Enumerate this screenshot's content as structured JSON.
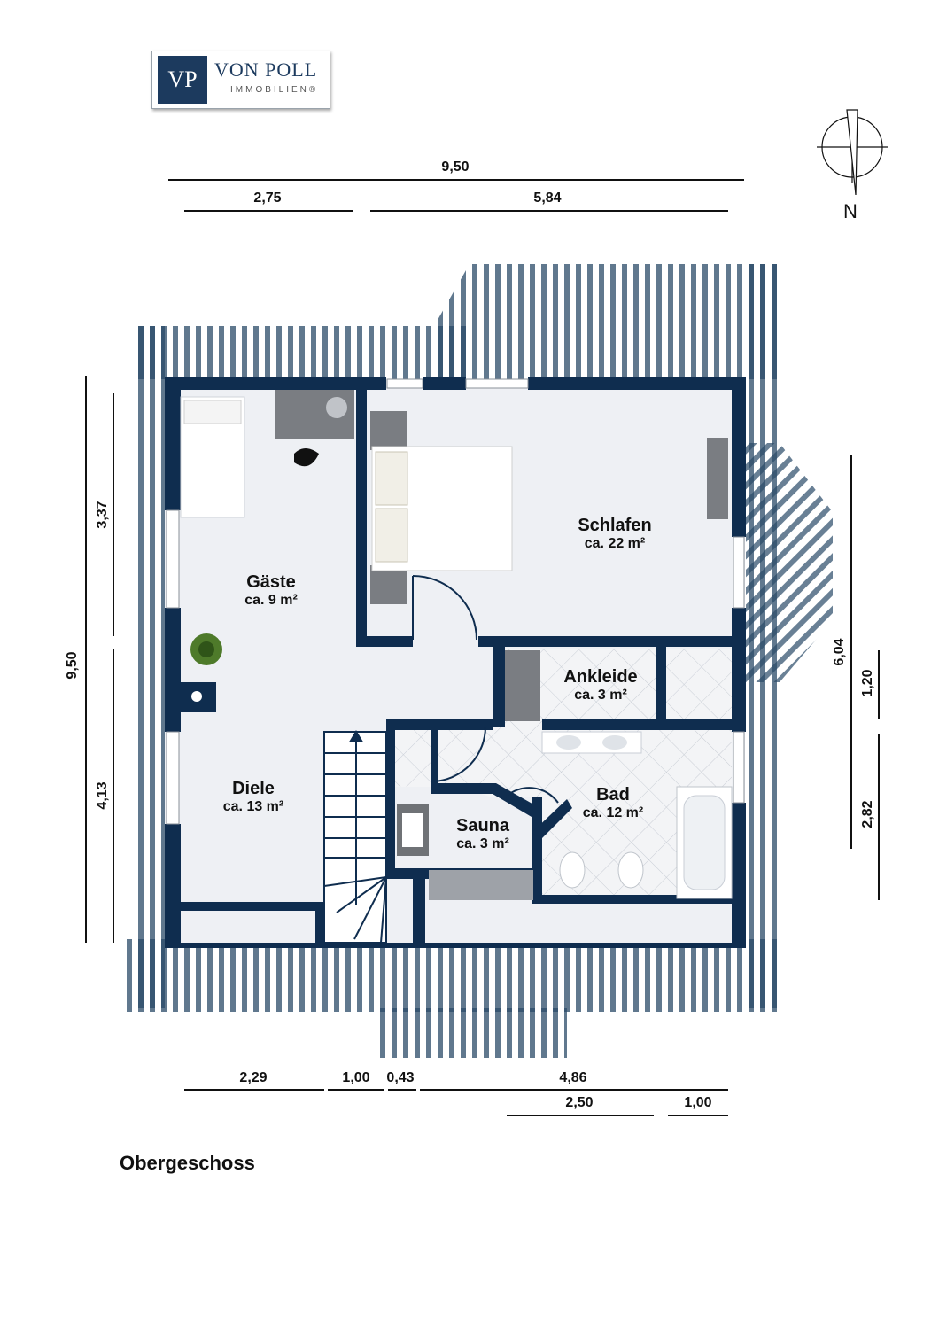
{
  "logo": {
    "mark": "VP",
    "name": "VON POLL",
    "subtitle": "IMMOBILIEN®"
  },
  "north_label": "N",
  "floor_label": "Obergeschoss",
  "rooms": [
    {
      "name": "Gäste",
      "area": "ca. 9 m²"
    },
    {
      "name": "Schlafen",
      "area": "ca. 22 m²"
    },
    {
      "name": "Ankleide",
      "area": "ca. 3 m²"
    },
    {
      "name": "Diele",
      "area": "ca. 13 m²"
    },
    {
      "name": "Bad",
      "area": "ca. 12 m²"
    },
    {
      "name": "Sauna",
      "area": "ca. 3 m²"
    }
  ],
  "dimensions": {
    "top_total": "9,50",
    "top_left": "2,75",
    "top_right": "5,84",
    "left_total": "9,50",
    "left_upper": "3,37",
    "left_lower": "4,13",
    "right_total": "6,04",
    "right_upper": "1,20",
    "right_lower": "2,82",
    "bottom_a": "2,29",
    "bottom_b": "1,00",
    "bottom_c": "0,43",
    "bottom_d": "4,86",
    "bottom_e": "2,50",
    "bottom_f": "1,00"
  },
  "colors": {
    "wall": "#0f2d4f",
    "floor": "#eef0f4",
    "roof": "#2a4a68",
    "tile": "#d9dee5"
  }
}
